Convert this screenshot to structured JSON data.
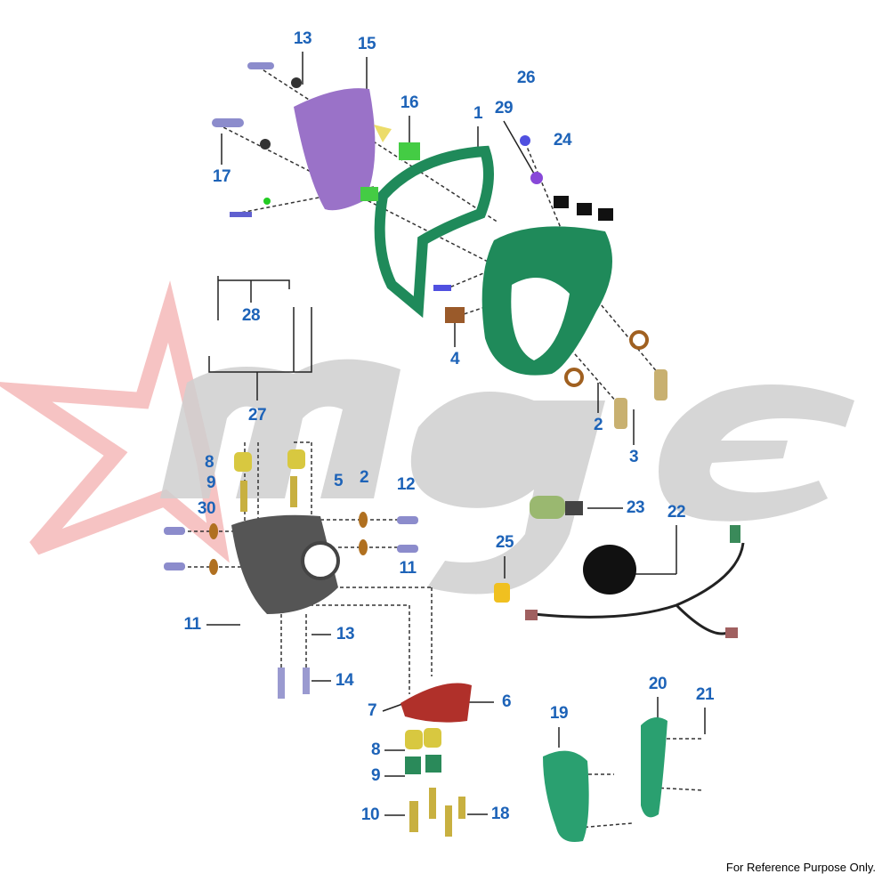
{
  "watermark": {
    "logo_text": "MGE"
  },
  "callouts": [
    {
      "id": "13a",
      "text": "13"
    },
    {
      "id": "15",
      "text": "15"
    },
    {
      "id": "16",
      "text": "16"
    },
    {
      "id": "1",
      "text": "1"
    },
    {
      "id": "29",
      "text": "29"
    },
    {
      "id": "26",
      "text": "26"
    },
    {
      "id": "24",
      "text": "24"
    },
    {
      "id": "17",
      "text": "17"
    },
    {
      "id": "28",
      "text": "28"
    },
    {
      "id": "4",
      "text": "4"
    },
    {
      "id": "27",
      "text": "27"
    },
    {
      "id": "2a",
      "text": "2"
    },
    {
      "id": "3",
      "text": "3"
    },
    {
      "id": "8a",
      "text": "8"
    },
    {
      "id": "9a",
      "text": "9"
    },
    {
      "id": "30",
      "text": "30"
    },
    {
      "id": "5",
      "text": "5"
    },
    {
      "id": "2b",
      "text": "2"
    },
    {
      "id": "12",
      "text": "12"
    },
    {
      "id": "23",
      "text": "23"
    },
    {
      "id": "22",
      "text": "22"
    },
    {
      "id": "25",
      "text": "25"
    },
    {
      "id": "11a",
      "text": "11"
    },
    {
      "id": "11b",
      "text": "11"
    },
    {
      "id": "13b",
      "text": "13"
    },
    {
      "id": "14",
      "text": "14"
    },
    {
      "id": "7",
      "text": "7"
    },
    {
      "id": "6",
      "text": "6"
    },
    {
      "id": "20",
      "text": "20"
    },
    {
      "id": "21",
      "text": "21"
    },
    {
      "id": "19",
      "text": "19"
    },
    {
      "id": "8b",
      "text": "8"
    },
    {
      "id": "9b",
      "text": "9"
    },
    {
      "id": "10",
      "text": "10"
    },
    {
      "id": "18",
      "text": "18"
    }
  ],
  "footer": {
    "note": "For Reference Purpose Only."
  },
  "colors": {
    "label": "#1d63b8",
    "cowl_green": "#1f8a5a",
    "visor_purple": "#9a72c8",
    "bracket_red": "#b0302a",
    "watermark_grey": "#c8c8c8",
    "watermark_star": "#f0a0a0"
  }
}
